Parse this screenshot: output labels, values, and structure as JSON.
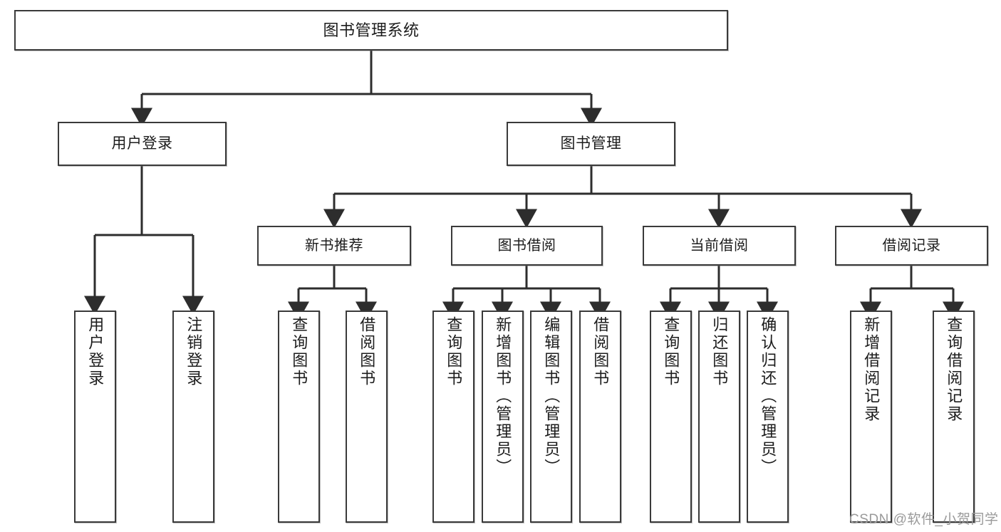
{
  "diagram": {
    "title": "图书管理系统",
    "type": "hierarchy-tree",
    "watermark": "CSDN @软件_小贺同学",
    "colors": {
      "background": "#ffffff",
      "box_border": "#3a3a3a",
      "box_fill": "#ffffff",
      "connector": "#2d2d2d",
      "text": "#1c1c1c",
      "watermark": "#9a9a9a"
    },
    "levels": {
      "root": "图书管理系统",
      "level2": [
        "用户登录",
        "图书管理"
      ],
      "level3": [
        "新书推荐",
        "图书借阅",
        "当前借阅",
        "借阅记录"
      ]
    },
    "nodes": {
      "root": {
        "label": "图书管理系统"
      },
      "user_login": {
        "label": "用户登录"
      },
      "book_manage": {
        "label": "图书管理"
      },
      "new_book_rec": {
        "label": "新书推荐"
      },
      "book_borrow": {
        "label": "图书借阅"
      },
      "current_borrow": {
        "label": "当前借阅"
      },
      "borrow_record": {
        "label": "借阅记录"
      },
      "leaf_user_login": {
        "label": "用户登录"
      },
      "leaf_user_logout": {
        "label": "注销登录"
      },
      "leaf_rec_query": {
        "label": "查询图书"
      },
      "leaf_rec_borrow": {
        "label": "借阅图书"
      },
      "leaf_borrow_query": {
        "label": "查询图书"
      },
      "leaf_borrow_add": {
        "label": "新增图书（管理员）"
      },
      "leaf_borrow_edit": {
        "label": "编辑图书（管理员）"
      },
      "leaf_borrow_lend": {
        "label": "借阅图书"
      },
      "leaf_cur_query": {
        "label": "查询图书"
      },
      "leaf_cur_return": {
        "label": "归还图书"
      },
      "leaf_cur_confirm": {
        "label": "确认归还（管理员）"
      },
      "leaf_rec_add": {
        "label": "新增借阅记录"
      },
      "leaf_rec_search": {
        "label": "查询借阅记录"
      }
    }
  }
}
